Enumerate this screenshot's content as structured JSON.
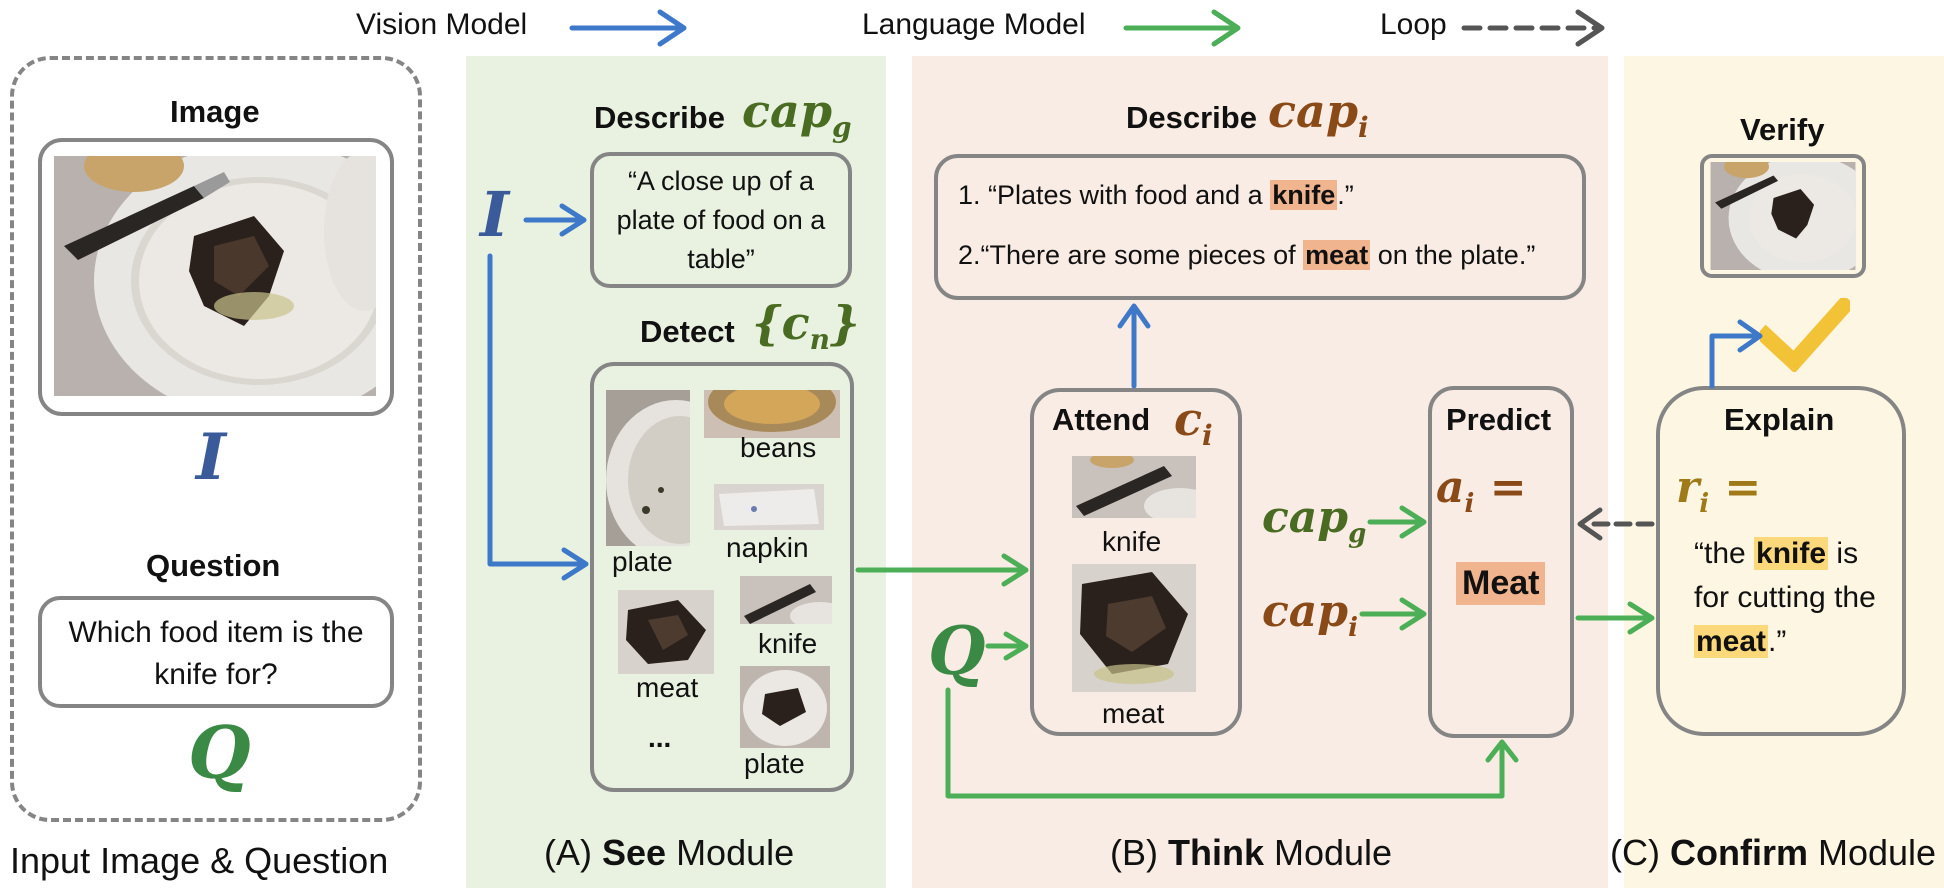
{
  "legend": {
    "vision": "Vision Model",
    "language": "Language Model",
    "loop": "Loop",
    "colors": {
      "vision": "#3d78c9",
      "language": "#4caf57",
      "loop": "#555555"
    }
  },
  "input": {
    "image_title": "Image",
    "image_symbol": "I",
    "question_title": "Question",
    "question_text": "Which food item is the knife for?",
    "question_symbol": "Q",
    "footer": "Input Image & Question"
  },
  "see": {
    "describe_title": "Describe",
    "describe_var": "cap",
    "describe_sub": "g",
    "caption_text": "“A close up of a plate of food on a table”",
    "input_symbol": "I",
    "detect_title": "Detect",
    "detect_var_open": "{",
    "detect_var": "c",
    "detect_sub": "n",
    "detect_var_close": "}",
    "labels": {
      "plate1": "plate",
      "beans": "beans",
      "napkin": "napkin",
      "knife": "knife",
      "meat": "meat",
      "plate2": "plate",
      "more": "..."
    },
    "footer_prefix": "(A) ",
    "footer_bold": "See",
    "footer_suffix": " Module",
    "bg": "#e9f2e1"
  },
  "think": {
    "describe_title": "Describe",
    "describe_var": "cap",
    "describe_sub": "i",
    "caption1_pre": "1. “Plates with food and a ",
    "caption1_hl": "knife",
    "caption1_post": ".”",
    "caption2_pre": "2.“There are some pieces of ",
    "caption2_hl": "meat",
    "caption2_post": " on the plate.”",
    "attend_title": "Attend",
    "attend_var": "c",
    "attend_sub": "i",
    "attend_knife": "knife",
    "attend_meat": "meat",
    "capg_var": "cap",
    "capg_sub": "g",
    "capi_var": "cap",
    "capi_sub": "i",
    "q_symbol": "Q",
    "predict_title": "Predict",
    "predict_var": "a",
    "predict_sub": "i",
    "predict_eq": "=",
    "answer": "Meat",
    "footer_prefix": "(B) ",
    "footer_bold": "Think",
    "footer_suffix": " Module",
    "bg": "#f9ece4"
  },
  "confirm": {
    "verify_title": "Verify",
    "explain_title": "Explain",
    "explain_var": "r",
    "explain_sub": "i",
    "explain_eq": "=",
    "rationale_pre": "“the ",
    "rationale_hl1": "knife",
    "rationale_mid": " is for cutting the ",
    "rationale_hl2": "meat",
    "rationale_post": ".”",
    "footer_prefix": "(C) ",
    "footer_bold": "Confirm",
    "footer_suffix": " Module",
    "bg": "#fdf6e3"
  }
}
